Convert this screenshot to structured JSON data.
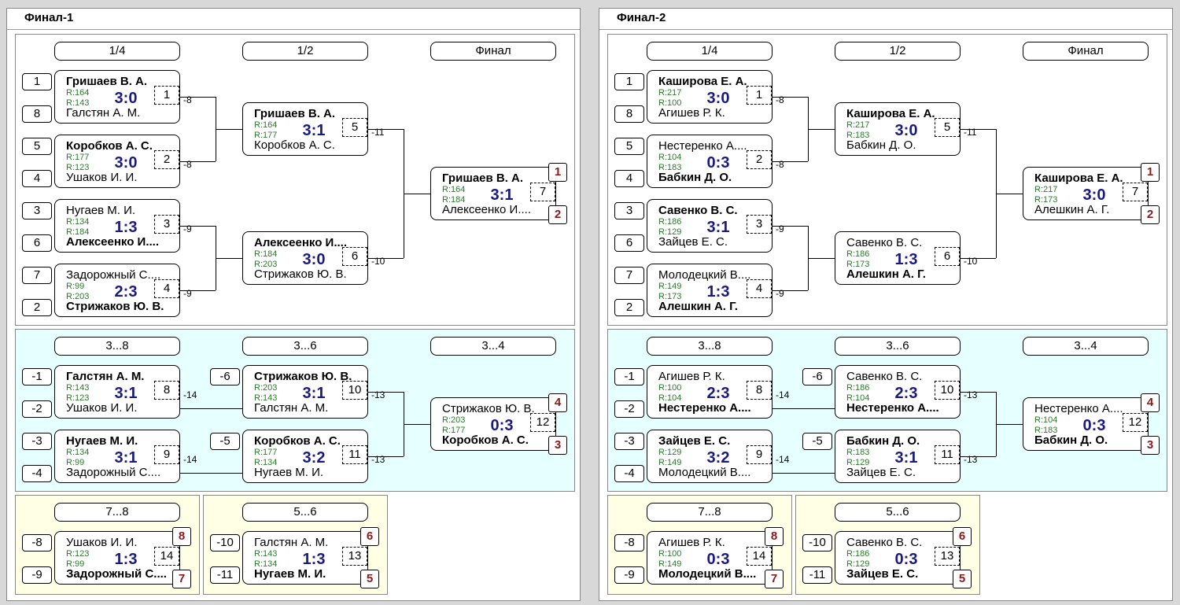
{
  "panels": [
    {
      "title": "Финал-1",
      "labels": {
        "r1": "1/4",
        "r2": "1/2",
        "r3": "Финал",
        "c1": "3...8",
        "c2": "3...6",
        "c3": "3...4",
        "l1": "7...8",
        "l2": "5...6"
      },
      "seeds": [
        "1",
        "8",
        "5",
        "4",
        "3",
        "6",
        "7",
        "2"
      ],
      "cons_seeds": {
        "a": "-1",
        "b": "-2",
        "c": "-3",
        "d": "-4",
        "e": "-6",
        "f": "-5",
        "g": "-8",
        "h": "-9",
        "i": "-10",
        "j": "-11"
      },
      "matches": {
        "m1": {
          "p1": "Гришаев В. А.",
          "p2": "Галстян А. М.",
          "r1": "R:164",
          "r2": "R:143",
          "score": "3:0",
          "no": "1",
          "link": "-8"
        },
        "m2": {
          "p1": "Коробков А. С.",
          "p2": "Ушаков И. И.",
          "r1": "R:177",
          "r2": "R:123",
          "score": "3:0",
          "no": "2",
          "link": "-8"
        },
        "m3": {
          "p1": "Нугаев М. И.",
          "p2": "Алексеенко И....",
          "r1": "R:134",
          "r2": "R:184",
          "score": "1:3",
          "no": "3",
          "link": "-9"
        },
        "m4": {
          "p1": "Задорожный С....",
          "p2": "Стрижаков Ю. В.",
          "r1": "R:99",
          "r2": "R:203",
          "score": "2:3",
          "no": "4",
          "link": "-9"
        },
        "m5": {
          "p1": "Гришаев В. А.",
          "p2": "Коробков А. С.",
          "r1": "R:164",
          "r2": "R:177",
          "score": "3:1",
          "no": "5",
          "link": "-11"
        },
        "m6": {
          "p1": "Алексеенко И....",
          "p2": "Стрижаков Ю. В.",
          "r1": "R:184",
          "r2": "R:203",
          "score": "3:0",
          "no": "6",
          "link": "-10"
        },
        "m7": {
          "p1": "Гришаев В. А.",
          "p2": "Алексеенко И....",
          "r1": "R:164",
          "r2": "R:184",
          "score": "3:1",
          "no": "7",
          "place1": "1",
          "place2": "2"
        },
        "m8": {
          "p1": "Галстян А. М.",
          "p2": "Ушаков И. И.",
          "r1": "R:143",
          "r2": "R:123",
          "score": "3:1",
          "no": "8",
          "link": "-14"
        },
        "m9": {
          "p1": "Нугаев М. И.",
          "p2": "Задорожный С....",
          "r1": "R:134",
          "r2": "R:99",
          "score": "3:1",
          "no": "9",
          "link": "-14"
        },
        "m10": {
          "p1": "Стрижаков Ю. В.",
          "p2": "Галстян А. М.",
          "r1": "R:203",
          "r2": "R:143",
          "score": "3:1",
          "no": "10",
          "link": "-13"
        },
        "m11": {
          "p1": "Коробков А. С.",
          "p2": "Нугаев М. И.",
          "r1": "R:177",
          "r2": "R:134",
          "score": "3:2",
          "no": "11",
          "link": "-13"
        },
        "m12": {
          "p1": "Стрижаков Ю. В.",
          "p2": "Коробков А. С.",
          "r1": "R:203",
          "r2": "R:177",
          "score": "0:3",
          "no": "12",
          "place1": "4",
          "place2": "3"
        },
        "m14": {
          "p1": "Ушаков И. И.",
          "p2": "Задорожный С....",
          "r1": "R:123",
          "r2": "R:99",
          "score": "1:3",
          "no": "14",
          "place1": "8",
          "place2": "7"
        },
        "m13": {
          "p1": "Галстян А. М.",
          "p2": "Нугаев М. И.",
          "r1": "R:143",
          "r2": "R:134",
          "score": "1:3",
          "no": "13",
          "place1": "6",
          "place2": "5"
        }
      },
      "winners": {
        "m1": 1,
        "m2": 1,
        "m3": 2,
        "m4": 2,
        "m5": 1,
        "m6": 1,
        "m7": 1,
        "m8": 1,
        "m9": 1,
        "m10": 1,
        "m11": 1,
        "m12": 2,
        "m14": 2,
        "m13": 2
      }
    },
    {
      "title": "Финал-2",
      "labels": {
        "r1": "1/4",
        "r2": "1/2",
        "r3": "Финал",
        "c1": "3...8",
        "c2": "3...6",
        "c3": "3...4",
        "l1": "7...8",
        "l2": "5...6"
      },
      "seeds": [
        "1",
        "8",
        "5",
        "4",
        "3",
        "6",
        "7",
        "2"
      ],
      "cons_seeds": {
        "a": "-1",
        "b": "-2",
        "c": "-3",
        "d": "-4",
        "e": "-6",
        "f": "-5",
        "g": "-8",
        "h": "-9",
        "i": "-10",
        "j": "-11"
      },
      "matches": {
        "m1": {
          "p1": "Каширова Е. А.",
          "p2": "Агишев Р. К.",
          "r1": "R:217",
          "r2": "R:100",
          "score": "3:0",
          "no": "1",
          "link": "-8"
        },
        "m2": {
          "p1": "Нестеренко А....",
          "p2": "Бабкин Д. О.",
          "r1": "R:104",
          "r2": "R:183",
          "score": "0:3",
          "no": "2",
          "link": "-8"
        },
        "m3": {
          "p1": "Савенко В. С.",
          "p2": "Зайцев Е. С.",
          "r1": "R:186",
          "r2": "R:129",
          "score": "3:1",
          "no": "3",
          "link": "-9"
        },
        "m4": {
          "p1": "Молодецкий В....",
          "p2": "Алешкин А. Г.",
          "r1": "R:149",
          "r2": "R:173",
          "score": "1:3",
          "no": "4",
          "link": "-9"
        },
        "m5": {
          "p1": "Каширова Е. А.",
          "p2": "Бабкин Д. О.",
          "r1": "R:217",
          "r2": "R:183",
          "score": "3:0",
          "no": "5",
          "link": "-11"
        },
        "m6": {
          "p1": "Савенко В. С.",
          "p2": "Алешкин А. Г.",
          "r1": "R:186",
          "r2": "R:173",
          "score": "1:3",
          "no": "6",
          "link": "-10"
        },
        "m7": {
          "p1": "Каширова Е. А.",
          "p2": "Алешкин А. Г.",
          "r1": "R:217",
          "r2": "R:173",
          "score": "3:0",
          "no": "7",
          "place1": "1",
          "place2": "2"
        },
        "m8": {
          "p1": "Агишев Р. К.",
          "p2": "Нестеренко А....",
          "r1": "R:100",
          "r2": "R:104",
          "score": "2:3",
          "no": "8",
          "link": "-14"
        },
        "m9": {
          "p1": "Зайцев Е. С.",
          "p2": "Молодецкий В....",
          "r1": "R:129",
          "r2": "R:149",
          "score": "3:2",
          "no": "9",
          "link": "-14"
        },
        "m10": {
          "p1": "Савенко В. С.",
          "p2": "Нестеренко А....",
          "r1": "R:186",
          "r2": "R:104",
          "score": "2:3",
          "no": "10",
          "link": "-13"
        },
        "m11": {
          "p1": "Бабкин Д. О.",
          "p2": "Зайцев Е. С.",
          "r1": "R:183",
          "r2": "R:129",
          "score": "3:1",
          "no": "11",
          "link": "-13"
        },
        "m12": {
          "p1": "Нестеренко А....",
          "p2": "Бабкин Д. О.",
          "r1": "R:104",
          "r2": "R:183",
          "score": "0:3",
          "no": "12",
          "place1": "4",
          "place2": "3"
        },
        "m14": {
          "p1": "Агишев Р. К.",
          "p2": "Молодецкий В....",
          "r1": "R:100",
          "r2": "R:149",
          "score": "0:3",
          "no": "14",
          "place1": "8",
          "place2": "7"
        },
        "m13": {
          "p1": "Савенко В. С.",
          "p2": "Зайцев Е. С.",
          "r1": "R:186",
          "r2": "R:129",
          "score": "0:3",
          "no": "13",
          "place1": "6",
          "place2": "5"
        }
      },
      "winners": {
        "m1": 1,
        "m2": 2,
        "m3": 1,
        "m4": 2,
        "m5": 1,
        "m6": 2,
        "m7": 1,
        "m8": 2,
        "m9": 1,
        "m10": 2,
        "m11": 1,
        "m12": 2,
        "m14": 2,
        "m13": 2
      }
    }
  ],
  "colors": {
    "main_bg": "#ffffff",
    "cons_bg": "#e6ffff",
    "lower_bg": "#ffffe6",
    "score": "#1a1a80",
    "rating": "#2b7a2b",
    "place": "#8b1a1a"
  }
}
